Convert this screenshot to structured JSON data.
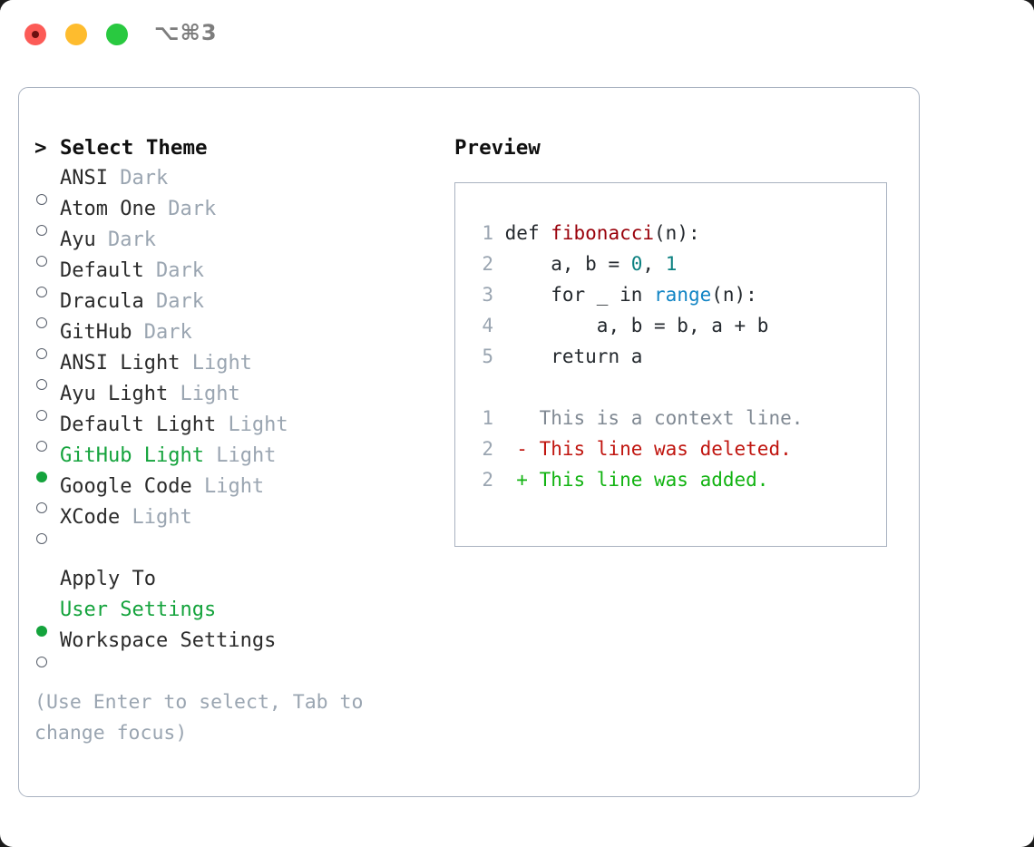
{
  "titlebar": {
    "shortcut": "⌥⌘3",
    "lights": [
      "close-red",
      "minimize-yellow",
      "zoom-green"
    ]
  },
  "theme_picker": {
    "heading": "Select Theme",
    "heading_prefix": "> ",
    "items": [
      {
        "name": "ANSI",
        "variant": "Dark",
        "selected": false
      },
      {
        "name": "Atom One",
        "variant": "Dark",
        "selected": false
      },
      {
        "name": "Ayu",
        "variant": "Dark",
        "selected": false
      },
      {
        "name": "Default",
        "variant": "Dark",
        "selected": false
      },
      {
        "name": "Dracula",
        "variant": "Dark",
        "selected": false
      },
      {
        "name": "GitHub",
        "variant": "Dark",
        "selected": false
      },
      {
        "name": "ANSI Light",
        "variant": "Light",
        "selected": false
      },
      {
        "name": "Ayu Light",
        "variant": "Light",
        "selected": false
      },
      {
        "name": "Default Light",
        "variant": "Light",
        "selected": false
      },
      {
        "name": "GitHub Light",
        "variant": "Light",
        "selected": true
      },
      {
        "name": "Google Code",
        "variant": "Light",
        "selected": false
      },
      {
        "name": "XCode",
        "variant": "Light",
        "selected": false
      }
    ]
  },
  "apply_to": {
    "heading": "Apply To",
    "items": [
      {
        "name": "User Settings",
        "selected": true
      },
      {
        "name": "Workspace Settings",
        "selected": false
      }
    ]
  },
  "hint": "(Use Enter to select, Tab to change focus)",
  "preview": {
    "title": "Preview",
    "code": [
      {
        "num": "1",
        "segments": [
          {
            "text": "def ",
            "kind": "plain"
          },
          {
            "text": "fibonacci",
            "kind": "fn"
          },
          {
            "text": "(n):",
            "kind": "plain"
          }
        ]
      },
      {
        "num": "2",
        "segments": [
          {
            "text": "    a, b = ",
            "kind": "plain"
          },
          {
            "text": "0",
            "kind": "num"
          },
          {
            "text": ", ",
            "kind": "plain"
          },
          {
            "text": "1",
            "kind": "num"
          }
        ]
      },
      {
        "num": "3",
        "segments": [
          {
            "text": "    for _ in ",
            "kind": "plain"
          },
          {
            "text": "range",
            "kind": "call"
          },
          {
            "text": "(n):",
            "kind": "plain"
          }
        ]
      },
      {
        "num": "4",
        "segments": [
          {
            "text": "        a, b = b, a + b",
            "kind": "plain"
          }
        ]
      },
      {
        "num": "5",
        "segments": [
          {
            "text": "    return a",
            "kind": "plain"
          }
        ]
      }
    ],
    "diff": [
      {
        "num": "1",
        "marker": " ",
        "text": "This is a context line.",
        "kind": "context"
      },
      {
        "num": "2",
        "marker": "-",
        "text": "This line was deleted.",
        "kind": "deleted"
      },
      {
        "num": "2",
        "marker": "+",
        "text": "This line was added.",
        "kind": "added"
      }
    ]
  },
  "colors": {
    "accent_green": "#14a33c",
    "muted": "#9aa5b1",
    "border": "#a9b2c0",
    "diff_deleted": "#c0150f",
    "diff_added": "#12b312",
    "token_function": "#99000a",
    "token_number": "#0b8080",
    "token_call": "#1184c4"
  }
}
